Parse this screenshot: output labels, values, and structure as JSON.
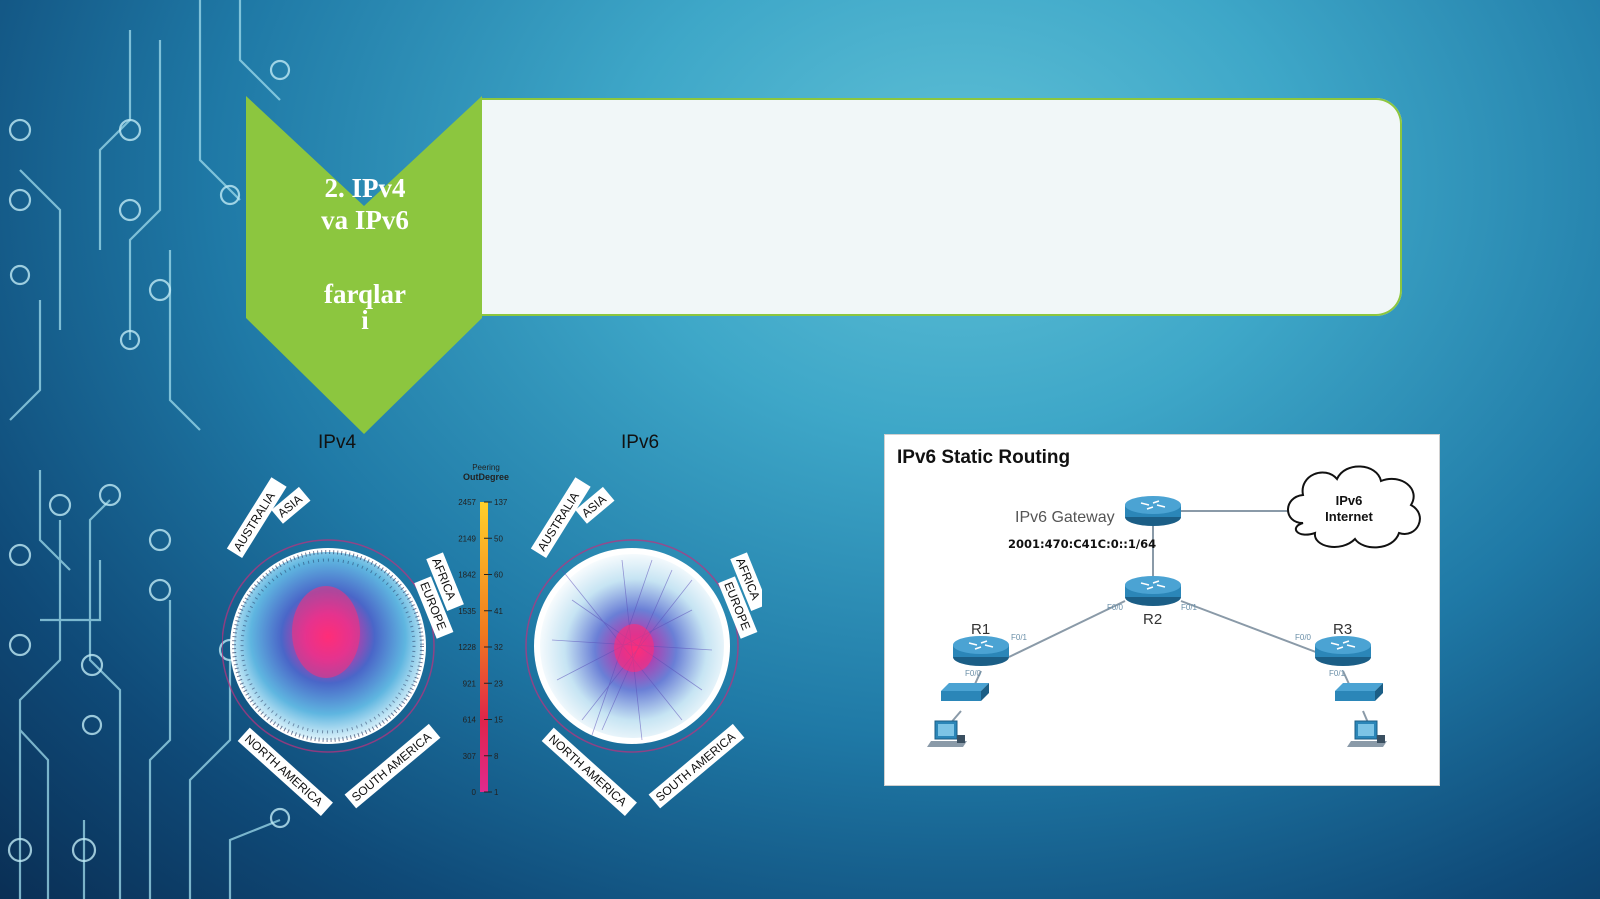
{
  "slide": {
    "title_line1": "2. IPv4",
    "title_line2": "va IPv6",
    "title_line3": "farqlar",
    "title_line4": "i"
  },
  "globes": {
    "ipv4_label": "IPv4",
    "ipv6_label": "IPv6",
    "regions": [
      "AUSTRALIA",
      "ASIA",
      "AFRICA",
      "EUROPE",
      "NORTH AMERICA",
      "SOUTH AMERICA"
    ],
    "legend_title_line1": "Peering",
    "legend_title_line2": "OutDegree",
    "legend_ipv4_ticks": [
      "2457",
      "2149",
      "1842",
      "1535",
      "1228",
      "921",
      "614",
      "307",
      "0"
    ],
    "legend_ipv6_ticks": [
      "137",
      "50",
      "60",
      "41",
      "32",
      "23",
      "15",
      "8",
      "1"
    ]
  },
  "diagram": {
    "title": "IPv6 Static Routing",
    "gateway_label": "IPv6 Gateway",
    "gateway_address": "2001:470:C41C:0::1/64",
    "cloud_line1": "IPv6",
    "cloud_line2": "Internet",
    "r1": "R1",
    "r2": "R2",
    "r3": "R3",
    "ports": {
      "r1_f01": "F0/1",
      "r1_f00": "F0/0",
      "r2_f00": "F0/0",
      "r2_f01": "F0/1",
      "r3_f00": "F0/0",
      "r3_f01": "F0/1"
    }
  }
}
